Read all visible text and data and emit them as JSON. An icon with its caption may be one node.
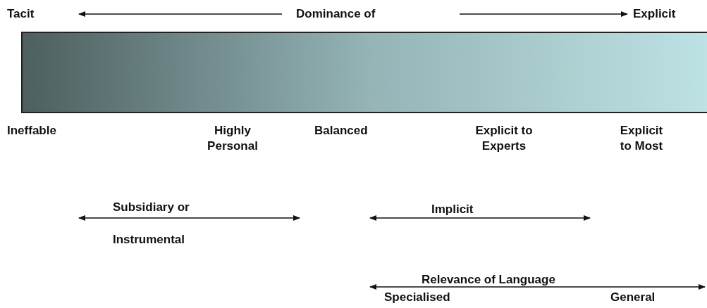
{
  "diagram": {
    "nodes": [
      {
        "text": [],
        "shape": "bar"
      }
    ],
    "labels": [
      "Tacit",
      "Dominance of",
      "Explicit",
      "Ineffable",
      "Highly Personal",
      "Balanced",
      "Explicit to Experts",
      "Explicit to Most",
      "Subsidiary or Instrumental",
      "Implicit",
      "Relevance of Language",
      "Specialised",
      "General"
    ]
  }
}
